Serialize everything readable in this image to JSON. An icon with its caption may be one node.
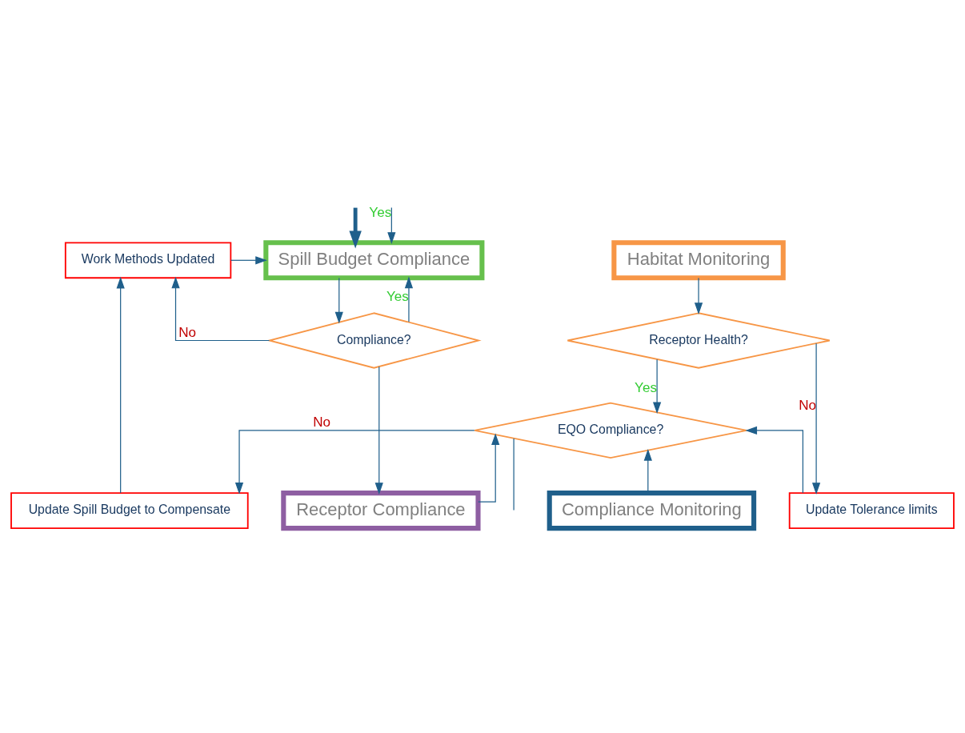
{
  "diagram": {
    "nodes": [
      {
        "text": [
          "Work Methods Updated"
        ]
      },
      {
        "text": [
          "Spill Budget Compliance"
        ]
      },
      {
        "text": [
          "Habitat Monitoring"
        ]
      },
      {
        "text": [
          "Compliance?"
        ]
      },
      {
        "text": [
          "Receptor Health?"
        ]
      },
      {
        "text": [
          "Update Spill Budget to Compensate"
        ]
      },
      {
        "text": [
          "Receptor Compliance"
        ]
      },
      {
        "text": [
          "Compliance Monitoring"
        ]
      },
      {
        "text": [
          "Update Tolerance limits"
        ]
      },
      {
        "text": [
          "EQO Compliance?"
        ]
      }
    ],
    "edges": [
      {
        "from": null,
        "to": 1,
        "arrow": "to",
        "style": "thick"
      },
      {
        "from": 0,
        "to": 1,
        "arrow": "to"
      },
      {
        "from": 1,
        "to": 3,
        "arrow": "to"
      },
      {
        "from": 3,
        "to": 0,
        "arrow": "to",
        "label": "No"
      },
      {
        "from": 3,
        "to": 1,
        "arrow": "to",
        "label": "Yes"
      },
      {
        "from": 3,
        "to": 6,
        "arrow": "to"
      },
      {
        "from": 2,
        "to": 4,
        "arrow": "to"
      },
      {
        "from": 4,
        "to": 8,
        "arrow": "to",
        "label": "No"
      },
      {
        "from": 4,
        "to": 9,
        "arrow": "to",
        "label": "Yes"
      },
      {
        "from": 8,
        "to": 9,
        "arrow": "to"
      },
      {
        "from": 6,
        "to": 9,
        "arrow": "to"
      },
      {
        "from": 7,
        "to": 9,
        "arrow": "to"
      },
      {
        "from": 9,
        "to": 5,
        "arrow": "to",
        "label": "No"
      },
      {
        "from": 5,
        "to": 0,
        "arrow": "to"
      },
      {
        "from": 9,
        "to": null,
        "arrow": "none"
      },
      {
        "from": null,
        "to": 1,
        "arrow": "to",
        "label": "Yes"
      }
    ]
  }
}
